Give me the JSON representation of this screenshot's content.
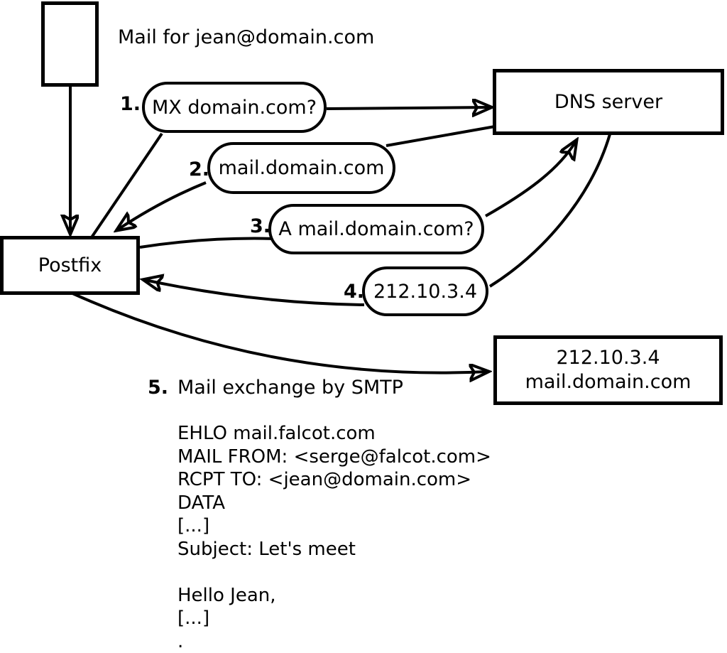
{
  "colors": {
    "ink": "#000000",
    "background": "#ffffff"
  },
  "nodes": {
    "mail_note": "Mail for jean@domain.com",
    "postfix": "Postfix",
    "dns_server": "DNS server",
    "mail_server": {
      "line1": "212.10.3.4",
      "line2": "mail.domain.com"
    }
  },
  "steps": [
    {
      "num": "1.",
      "label": "MX domain.com?"
    },
    {
      "num": "2.",
      "label": "mail.domain.com"
    },
    {
      "num": "3.",
      "label": "A mail.domain.com?"
    },
    {
      "num": "4.",
      "label": "212.10.3.4"
    },
    {
      "num": "5.",
      "label": "Mail exchange by SMTP"
    }
  ],
  "smtp_session": [
    "EHLO mail.falcot.com",
    "MAIL FROM: <serge@falcot.com>",
    "RCPT TO: <jean@domain.com>",
    "DATA",
    "[...]",
    "Subject: Let's meet",
    "",
    "Hello Jean,",
    "[...]",
    "."
  ]
}
